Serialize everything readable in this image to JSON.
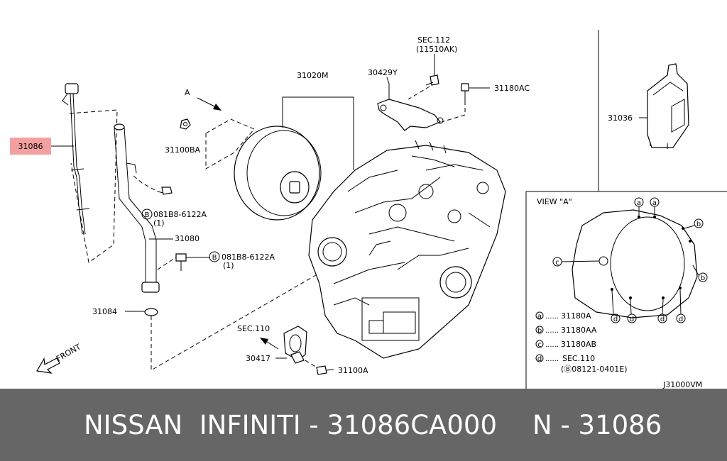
{
  "diagram": {
    "labels": {
      "p31086": "31086",
      "p31020m": "31020M",
      "p30429y": "30429Y",
      "sec112": "SEC.112",
      "sec112_ref": "(11510AK)",
      "p31180ac": "31180AC",
      "p31036": "31036",
      "p31100ba": "31100BA",
      "bolt1": "081B8-6122A",
      "bolt1_qty": "(1)",
      "p31080": "31080",
      "bolt2": "081B8-6122A",
      "bolt2_qty": "(1)",
      "p31084": "31084",
      "sec110": "SEC.110",
      "p30417": "30417",
      "p31100a": "31100A",
      "front": "FRONT",
      "view_a_arrow": "A",
      "diagram_code": "J31000VM",
      "bolt_marker": "B"
    },
    "view_a": {
      "title": "VIEW \"A\"",
      "legend": [
        {
          "letter": "a",
          "text": "31180A"
        },
        {
          "letter": "b",
          "text": "31180AA"
        },
        {
          "letter": "c",
          "text": "31180AB"
        },
        {
          "letter": "d",
          "text": "SEC.110"
        }
      ],
      "legend_sub": "(Ⓑ08121-0401E)",
      "markers": [
        "a",
        "a",
        "b",
        "b",
        "c",
        "d",
        "d",
        "d",
        "d"
      ]
    },
    "highlight_color": "#f4a0a0"
  },
  "footer": {
    "brand": "NISSAN  INFINITI - 31086CA000",
    "part_ref": "N - 31086"
  }
}
